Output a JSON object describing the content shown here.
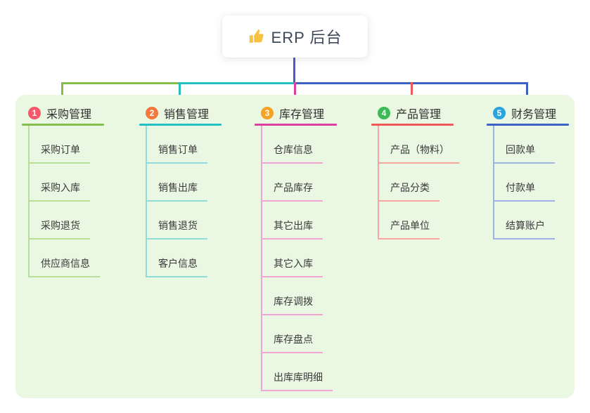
{
  "root": {
    "label": "ERP 后台",
    "icon": "thumbs-up-icon",
    "icon_color": "#f9c23c",
    "connector_color": "#4a5ec6"
  },
  "panel": {
    "background": "#e9f7e3"
  },
  "branches": [
    {
      "num": "1",
      "title": "采购管理",
      "badge_color": "#f4586a",
      "line_color": "#85bf4b",
      "child_line_color": "#b7df97",
      "children": [
        "采购订单",
        "采购入库",
        "采购退货",
        "供应商信息"
      ]
    },
    {
      "num": "2",
      "title": "销售管理",
      "badge_color": "#f4793e",
      "line_color": "#24c0c4",
      "child_line_color": "#8fdcd9",
      "children": [
        "销售订单",
        "销售出库",
        "销售退货",
        "客户信息"
      ]
    },
    {
      "num": "3",
      "title": "库存管理",
      "badge_color": "#f6a325",
      "line_color": "#de40a2",
      "child_line_color": "#f0a6d4",
      "children": [
        "仓库信息",
        "产品库存",
        "其它出库",
        "其它入库",
        "库存调拨",
        "库存盘点",
        "出库库明细"
      ]
    },
    {
      "num": "4",
      "title": "产品管理",
      "badge_color": "#3bba55",
      "line_color": "#f25858",
      "child_line_color": "#f8a5a0",
      "children": [
        "产品（物料）",
        "产品分类",
        "产品单位"
      ]
    },
    {
      "num": "5",
      "title": "财务管理",
      "badge_color": "#29a4e0",
      "line_color": "#3e62c4",
      "child_line_color": "#9fb2e6",
      "children": [
        "回款单",
        "付款单",
        "结算账户"
      ]
    }
  ]
}
